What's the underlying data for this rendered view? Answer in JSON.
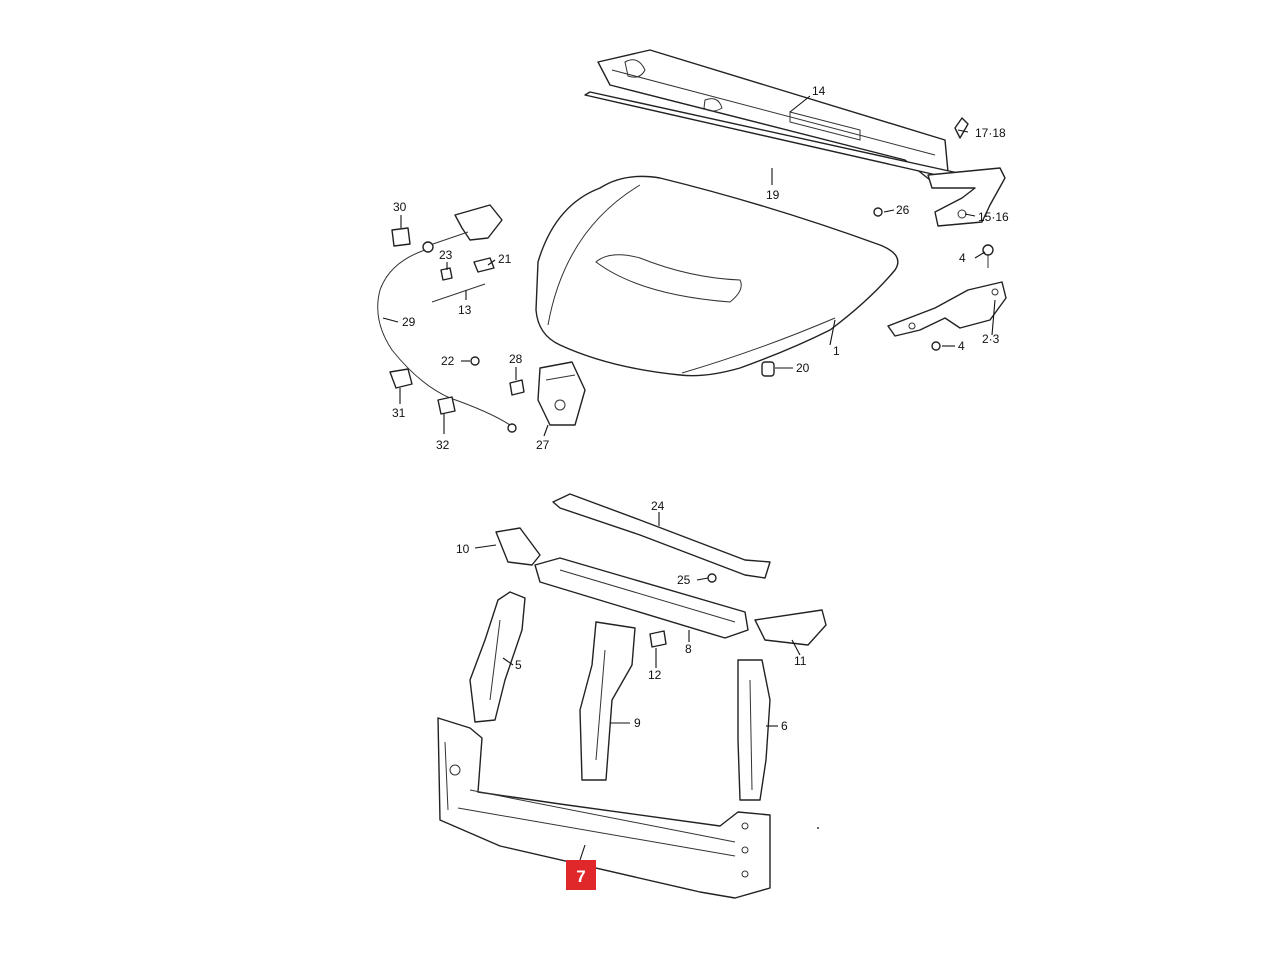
{
  "highlight": {
    "label": "7",
    "color": "#e0282a"
  },
  "callouts": {
    "c1": "1",
    "c2_3": "2·3",
    "c4a": "4",
    "c4b": "4",
    "c5": "5",
    "c6": "6",
    "c8": "8",
    "c9": "9",
    "c10": "10",
    "c11": "11",
    "c12": "12",
    "c13": "13",
    "c14": "14",
    "c15_16": "15·16",
    "c17_18": "17·18",
    "c19": "19",
    "c20": "20",
    "c21": "21",
    "c22": "22",
    "c23": "23",
    "c24": "24",
    "c25": "25",
    "c26": "26",
    "c27": "27",
    "c28": "28",
    "c29": "29",
    "c30": "30",
    "c31": "31",
    "c32": "32"
  }
}
